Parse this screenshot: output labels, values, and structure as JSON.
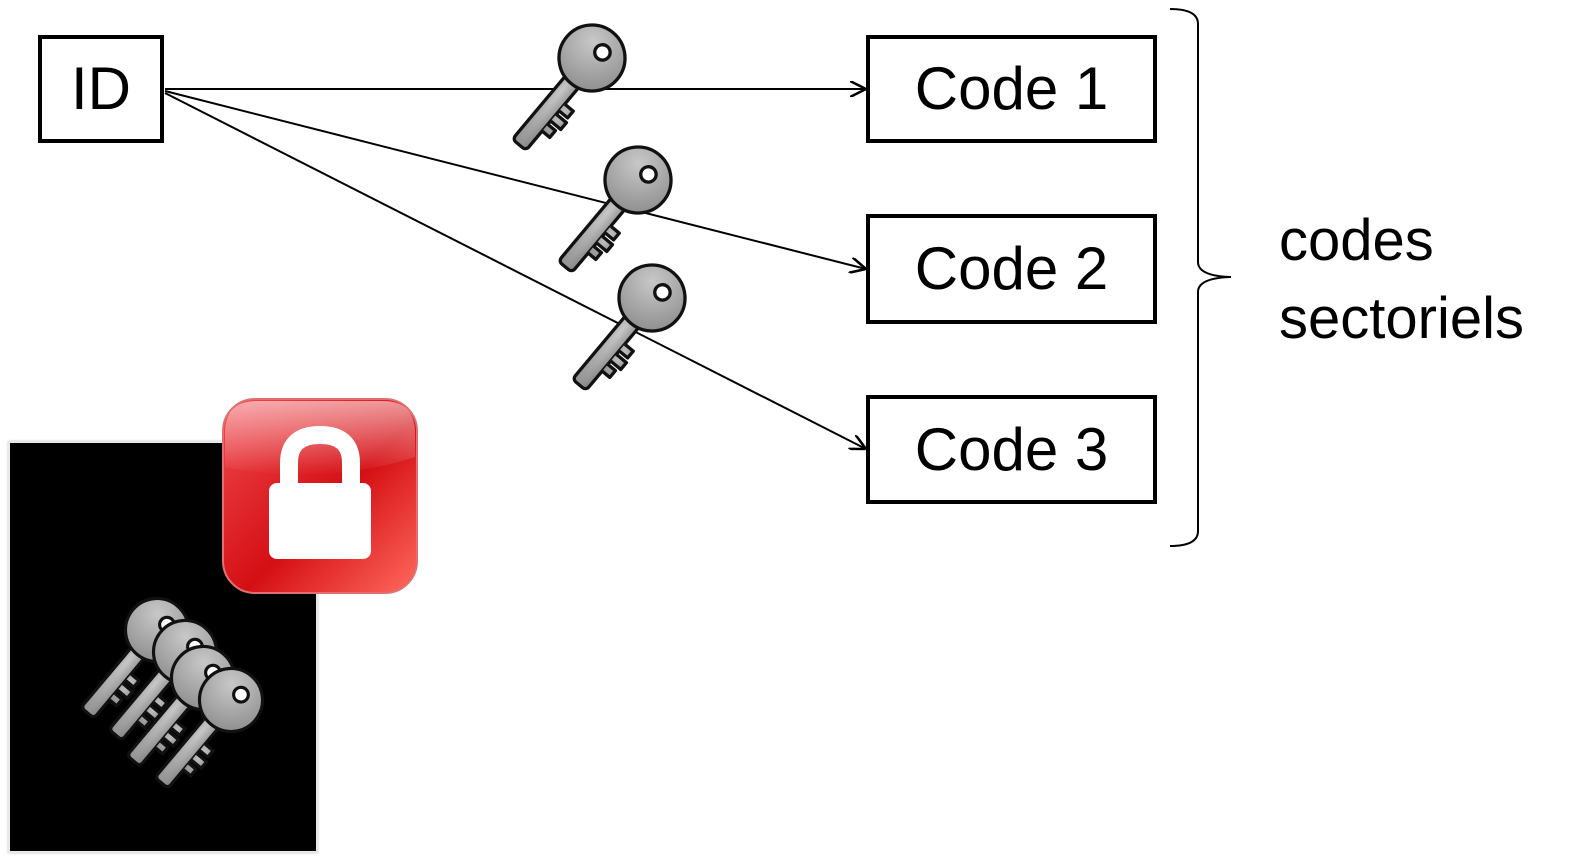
{
  "diagram": {
    "source_node": {
      "label": "ID"
    },
    "target_nodes": [
      {
        "label": "Code 1"
      },
      {
        "label": "Code 2"
      },
      {
        "label": "Code 3"
      }
    ],
    "group_label": {
      "line1": "codes",
      "line2": "sectoriels"
    },
    "icons": {
      "edge_key": "key-icon",
      "vault": "key-bundle-icon",
      "badge": "padlock-icon"
    },
    "colors": {
      "key_fill": "#a3a3a3",
      "badge_red": "#d40f14",
      "vault_background": "#000000"
    }
  }
}
